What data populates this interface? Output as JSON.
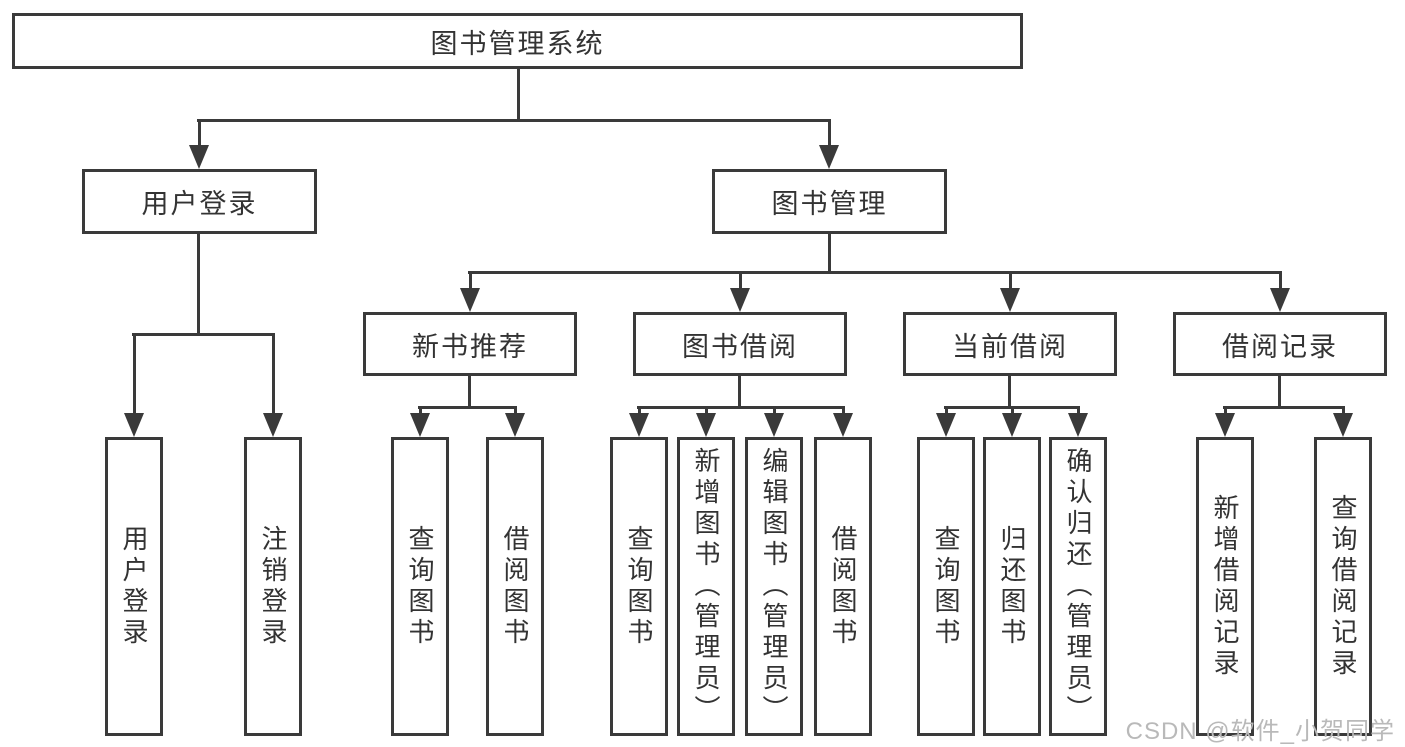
{
  "colors": {
    "line": "#3a3a3a",
    "text": "#333333",
    "watermark_text": "#b9b9b9",
    "background": "#ffffff"
  },
  "watermark": "CSDN @软件_小贺同学",
  "tree": {
    "label": "图书管理系统",
    "children": [
      {
        "label": "用户登录",
        "children": [
          {
            "label": "用户登录"
          },
          {
            "label": "注销登录"
          }
        ]
      },
      {
        "label": "图书管理",
        "children": [
          {
            "label": "新书推荐",
            "children": [
              {
                "label": "查询图书"
              },
              {
                "label": "借阅图书"
              }
            ]
          },
          {
            "label": "图书借阅",
            "children": [
              {
                "label": "查询图书"
              },
              {
                "label": "新增图书（管理员）"
              },
              {
                "label": "编辑图书（管理员）"
              },
              {
                "label": "借阅图书"
              }
            ]
          },
          {
            "label": "当前借阅",
            "children": [
              {
                "label": "查询图书"
              },
              {
                "label": "归还图书"
              },
              {
                "label": "确认归还（管理员）"
              }
            ]
          },
          {
            "label": "借阅记录",
            "children": [
              {
                "label": "新增借阅记录"
              },
              {
                "label": "查询借阅记录"
              }
            ]
          }
        ]
      }
    ]
  }
}
